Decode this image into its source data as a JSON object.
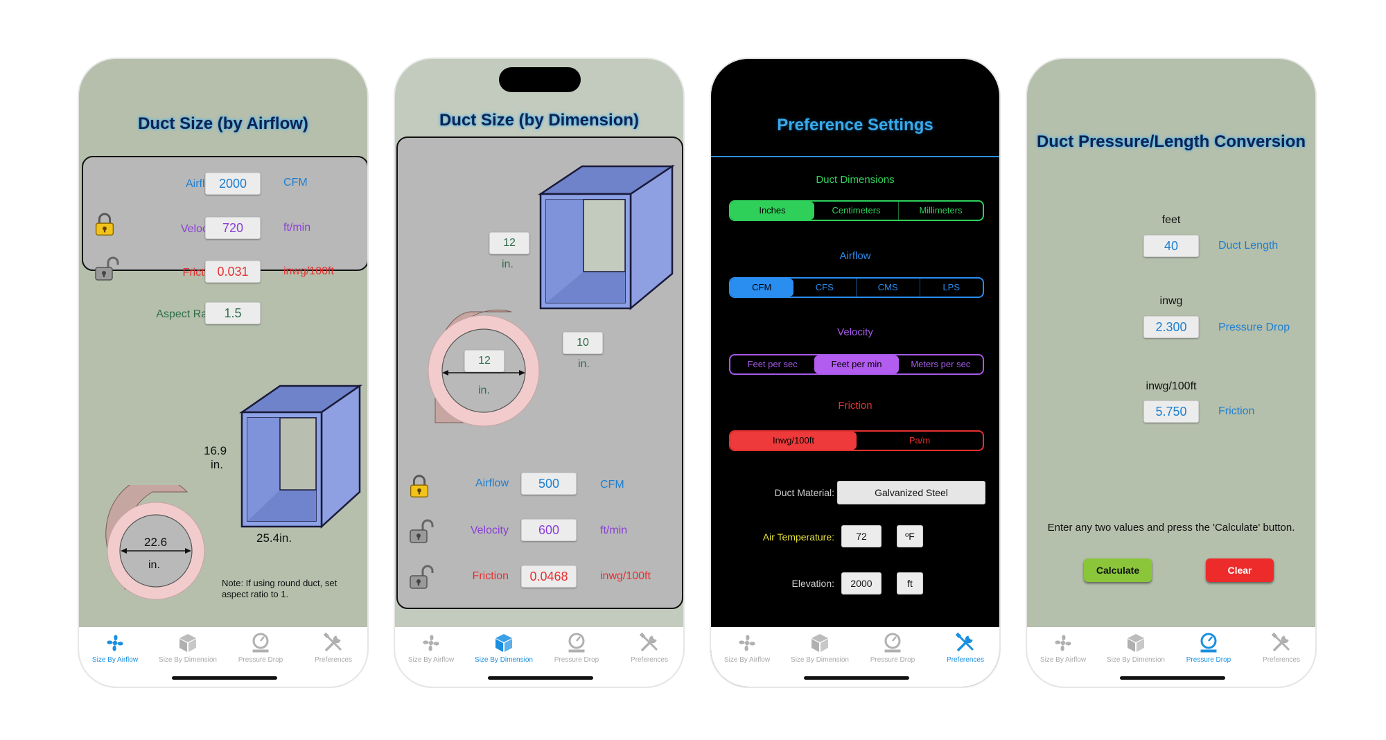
{
  "colors": {
    "accent_blue": "#1a8fe0",
    "airflow": "#1e7fd0",
    "velocity": "#8a3fd6",
    "friction": "#e53030",
    "aspect": "#2f6e4a",
    "lock_gold": "#f3c21b"
  },
  "tabbar": {
    "items": [
      {
        "label": "Size By Airflow",
        "icon": "fan-icon"
      },
      {
        "label": "Size By Dimension",
        "icon": "cube-icon"
      },
      {
        "label": "Pressure Drop",
        "icon": "gauge-icon"
      },
      {
        "label": "Preferences",
        "icon": "tools-icon"
      }
    ]
  },
  "screen1": {
    "title": "Duct Size (by Airflow)",
    "rows": [
      {
        "label": "Airflow",
        "value": "2000",
        "unit": "CFM"
      },
      {
        "label": "Velocity",
        "value": "720",
        "unit": "ft/min"
      },
      {
        "label": "Friction",
        "value": "0.031",
        "unit": "inwg/100ft"
      },
      {
        "label": "Aspect Ratio",
        "value": "1.5"
      }
    ],
    "round_diameter": "22.6",
    "round_unit": "in.",
    "rect_height": "16.9",
    "rect_height_unit": "in.",
    "rect_width": "25.4in.",
    "note": "Note: If using round duct, set aspect ratio to 1."
  },
  "screen2": {
    "title": "Duct Size (by Dimension)",
    "rect_height": "12",
    "rect_width": "10",
    "unit": "in.",
    "round_diameter": "12",
    "rows": [
      {
        "label": "Airflow",
        "value": "500",
        "unit": "CFM"
      },
      {
        "label": "Velocity",
        "value": "600",
        "unit": "ft/min"
      },
      {
        "label": "Friction",
        "value": "0.0468",
        "unit": "inwg/100ft"
      }
    ]
  },
  "screen3": {
    "title": "Preference Settings",
    "duct_dimensions": {
      "label": "Duct Dimensions",
      "options": [
        "Inches",
        "Centimeters",
        "Millimeters"
      ],
      "selected": "Inches"
    },
    "airflow": {
      "label": "Airflow",
      "options": [
        "CFM",
        "CFS",
        "CMS",
        "LPS"
      ],
      "selected": "CFM"
    },
    "velocity": {
      "label": "Velocity",
      "options": [
        "Feet per sec",
        "Feet per min",
        "Meters per sec"
      ],
      "selected": "Feet per min"
    },
    "friction": {
      "label": "Friction",
      "options": [
        "Inwg/100ft",
        "Pa/m"
      ],
      "selected": "Inwg/100ft"
    },
    "material_label": "Duct Material:",
    "material_value": "Galvanized Steel",
    "temp_label": "Air Temperature:",
    "temp_value": "72",
    "temp_unit": "ºF",
    "elev_label": "Elevation:",
    "elev_value": "2000",
    "elev_unit": "ft"
  },
  "screen4": {
    "title": "Duct Pressure/Length Conversion",
    "rows": [
      {
        "unit": "feet",
        "value": "40",
        "label": "Duct Length"
      },
      {
        "unit": "inwg",
        "value": "2.300",
        "label": "Pressure Drop"
      },
      {
        "unit": "inwg/100ft",
        "value": "5.750",
        "label": "Friction"
      }
    ],
    "instruction": "Enter any two values and press the 'Calculate' button.",
    "calculate_label": "Calculate",
    "clear_label": "Clear"
  }
}
